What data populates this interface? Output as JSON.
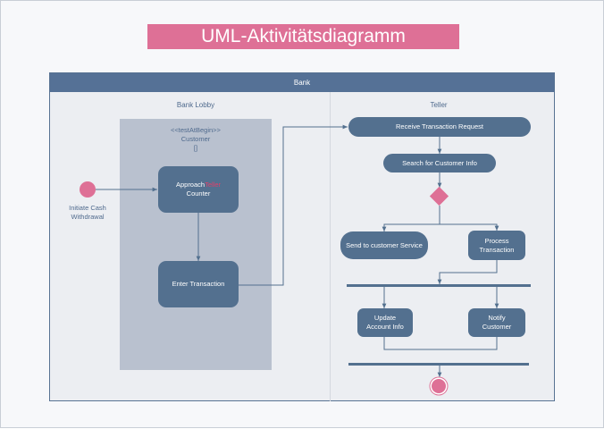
{
  "title": "UML-Aktivitätsdiagramm",
  "frame": {
    "name": "Bank"
  },
  "lanes": {
    "left": "Bank Lobby",
    "right": "Teller"
  },
  "partition": {
    "stereotype": "<<testAtBegin>>",
    "name": "Customer",
    "marker": "[]"
  },
  "start": {
    "label_line1": "Initiate Cash",
    "label_line2": "Withdrawal"
  },
  "actions": {
    "approach_pre": "Approach",
    "approach_hl": "Teller",
    "approach_post": "Counter",
    "enter": "Enter Transaction",
    "receive": "Receive Transaction Request",
    "search": "Search for Customer Info",
    "send": "Send to customer Service",
    "process_l1": "Process",
    "process_l2": "Transaction",
    "update_l1": "Update",
    "update_l2": "Account Info",
    "notify_l1": "Notify",
    "notify_l2": "Customer"
  },
  "colors": {
    "node": "#53708f",
    "accent": "#de7096",
    "header": "#557196",
    "partition": "#b9c1cf"
  }
}
